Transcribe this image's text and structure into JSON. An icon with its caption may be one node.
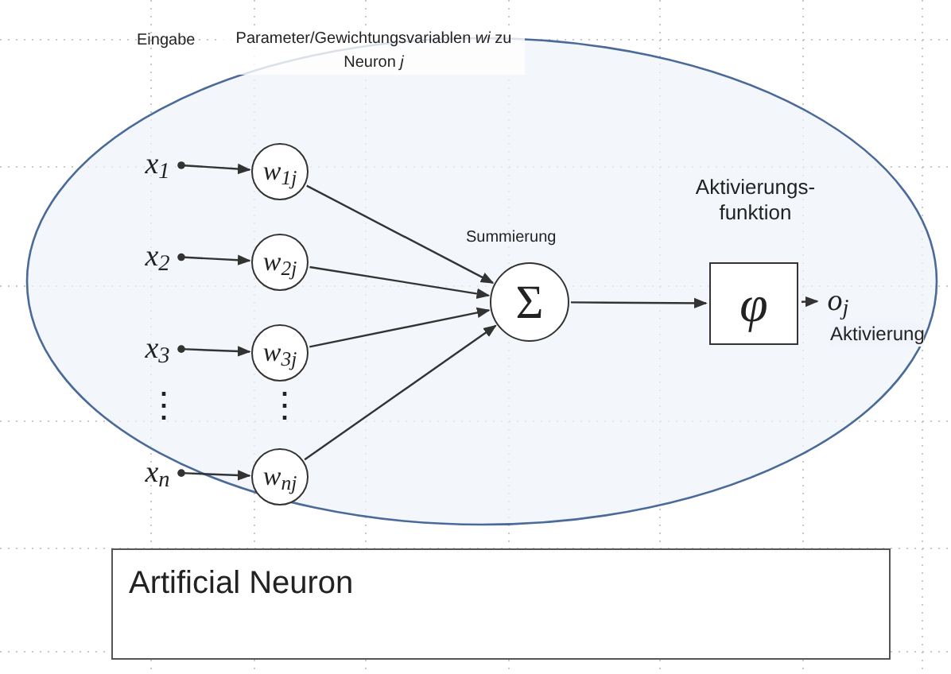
{
  "diagram": {
    "nodes": [
      {
        "text": [
          "x$_{1}$"
        ]
      },
      {
        "text": [
          "x$_{2}$"
        ]
      },
      {
        "text": [
          "x$_{3}$"
        ]
      },
      {
        "text": [
          "x$_{n}$"
        ]
      },
      {
        "text": [
          "w$_{1j}$"
        ]
      },
      {
        "text": [
          "w$_{2j}$"
        ]
      },
      {
        "text": [
          "w$_{3j}$"
        ]
      },
      {
        "text": [
          "w$_{nj}$"
        ]
      },
      {
        "text": [
          "Σ"
        ],
        "beside": [
          "Summierung"
        ]
      },
      {
        "text": [
          "φ"
        ],
        "beside": [
          "Aktivierungs- funktion"
        ]
      },
      {
        "text": [
          "o$_{j}$"
        ],
        "beside": [
          "Aktivierung"
        ]
      },
      {
        "text": [
          "Artificial Neuron"
        ]
      }
    ],
    "edges": [
      {
        "from": 0,
        "to": 4,
        "arrow": "to"
      },
      {
        "from": 1,
        "to": 5,
        "arrow": "to"
      },
      {
        "from": 2,
        "to": 6,
        "arrow": "to"
      },
      {
        "from": 3,
        "to": 7,
        "arrow": "to"
      },
      {
        "from": 4,
        "to": 8,
        "arrow": "to"
      },
      {
        "from": 5,
        "to": 8,
        "arrow": "to"
      },
      {
        "from": 6,
        "to": 8,
        "arrow": "to"
      },
      {
        "from": 7,
        "to": 8,
        "arrow": "to"
      },
      {
        "from": 8,
        "to": 9,
        "arrow": "to"
      },
      {
        "from": 9,
        "to": 10,
        "arrow": "to"
      }
    ],
    "labels": [
      "Eingabe",
      "Parameter/Gewichtungsvariablen *wi* zu Neuron *j*",
      "⋮",
      "⋮"
    ]
  }
}
